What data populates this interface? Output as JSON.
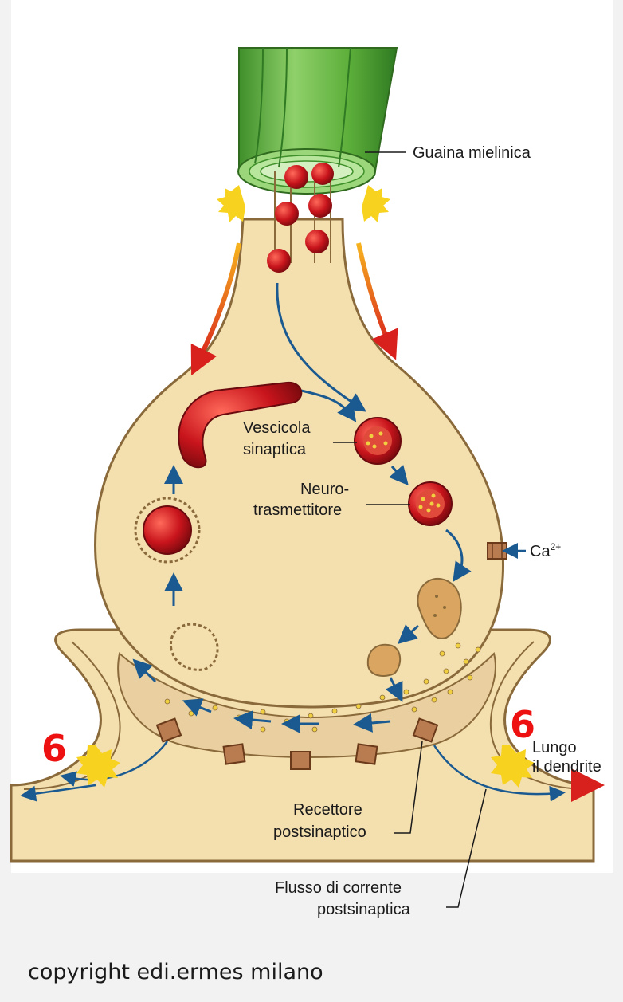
{
  "labels": {
    "myelin_sheath": "Guaina mielinica",
    "vesicle_line1": "Vescicola",
    "vesicle_line2": "sinaptica",
    "nt_line1": "Neuro-",
    "nt_line2": "trasmettitore",
    "calcium_base": "Ca",
    "calcium_sup": "2+",
    "along_line1": "Lungo",
    "along_line2": "il dendrite",
    "receptor_line1": "Recettore",
    "receptor_line2": "postsinaptico",
    "current_line1": "Flusso di corrente",
    "current_line2": "postsinaptica"
  },
  "markers": {
    "left": "6",
    "right": "6"
  },
  "copyright": "copyright edi.ermes milano",
  "colors": {
    "cytoplasm": "#f4dfaf",
    "membrane": "#8a6a3a",
    "myelin": "#5cae3a",
    "vesicle": "#c8141c",
    "neurotransmitter": "#f0d040",
    "flow_arrow": "#1a5a90",
    "depolarization_arrow": "#d8201c",
    "marker": "#ee1111"
  }
}
